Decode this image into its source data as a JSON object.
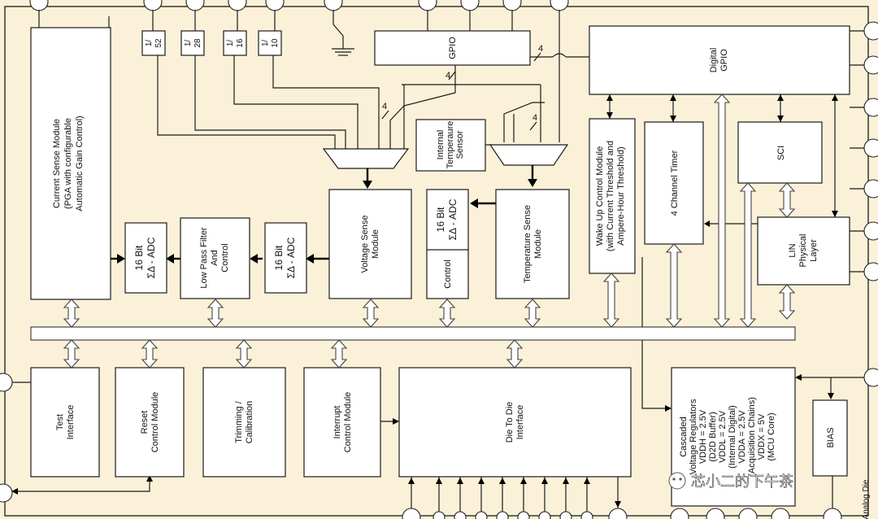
{
  "blocks": {
    "current_sense": [
      "Current Sense Module",
      "(PGA with configurable",
      "Automatic Gain Control)"
    ],
    "divider_52": [
      "1/",
      "52"
    ],
    "divider_28": [
      "1/",
      "28"
    ],
    "divider_16": [
      "1/",
      "16"
    ],
    "divider_10": [
      "1/",
      "10"
    ],
    "gpio": "GPIO",
    "digital_gpio": [
      "Digital",
      "GPIO"
    ],
    "internal_temp_sensor": [
      "Internal",
      "Temperaure",
      "Sensor"
    ],
    "adc_current": [
      "16 Bit",
      "ΣΔ - ADC"
    ],
    "low_pass_filter": [
      "Low Pass Filter",
      "And",
      "Control"
    ],
    "adc_voltage": [
      "16 Bit",
      "ΣΔ - ADC"
    ],
    "voltage_sense": [
      "Voltage Sense",
      "Module"
    ],
    "adc_temp": [
      "16 Bit",
      "ΣΔ - ADC"
    ],
    "adc_control": "Control",
    "temperature_sense": [
      "Temperature Sense",
      "Module"
    ],
    "wake_up": [
      "Wake Up Control Module",
      "(with Current Threshold and",
      "Ampere-Hour Threshold)"
    ],
    "channel_timer": "4 Channel Timer",
    "sci": "SCI",
    "lin_phy": [
      "LIN",
      "Physical",
      "Layer"
    ],
    "test_interface": [
      "Test",
      "Interface"
    ],
    "reset_control": [
      "Reset",
      "Control Module"
    ],
    "trimming": [
      "Trimming /",
      "Calibration"
    ],
    "interrupt_control": [
      "Interrupt",
      "Control Module"
    ],
    "die_to_die": [
      "Die To Die",
      "Interface"
    ],
    "regulators": [
      "Cascaded",
      "Voltage Regulators",
      "VDDH = 2.5V",
      "(D2D Buffer)",
      "VDDL = 2.5V",
      "(Internal Digital)",
      "VDDA = 2.5V",
      "(Acquisition Chains)",
      "VDDX = 5V",
      "(MCU Core)"
    ],
    "bias": "BIAS"
  },
  "bus_widths": {
    "gpio_to_digital": "4",
    "gpio_to_mux": "4",
    "dividers_to_mux": "4",
    "temp_mux": "4"
  },
  "corner_label": "Analog Die",
  "watermark": "芯小二的下午茶"
}
